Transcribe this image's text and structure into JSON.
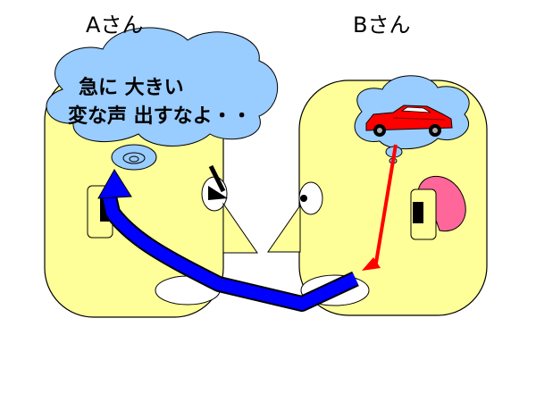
{
  "persons": {
    "a": {
      "name": "Aさん"
    },
    "b": {
      "name": "Bさん"
    }
  },
  "thought_bubble": {
    "line1": "急に 大きい",
    "line2": "変な声 出すなよ・・"
  },
  "dream_image": "red-sports-car-icon",
  "colors": {
    "face": "#ffff99",
    "cloud": "#99ccff",
    "ear": "#ff6699",
    "arrow_blue": "#0000ff",
    "arrow_red": "#ff0000",
    "car": "#ff0000"
  }
}
